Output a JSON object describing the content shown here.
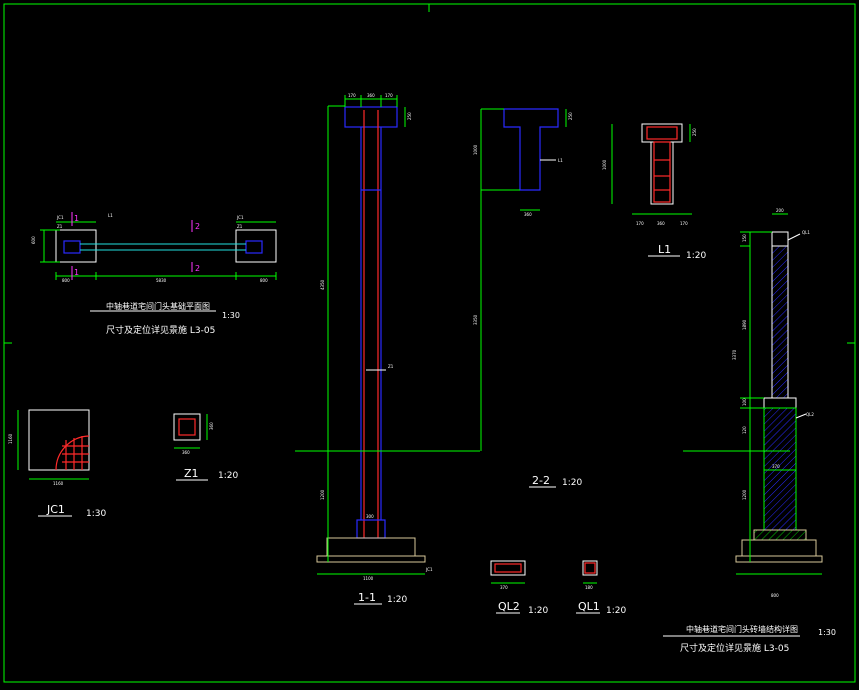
{
  "labels": {
    "plan_title": "中轴巷道宅间门头基础平面图",
    "plan_scale": "1:30",
    "plan_note": "尺寸及定位详见景施 L3-05",
    "section_1_1": "1-1",
    "section_1_1_scale": "1:20",
    "section_2_2": "2-2",
    "section_2_2_scale": "1:20",
    "l1": "L1",
    "l1_scale": "1:20",
    "jc1": "JC1",
    "jc1_scale": "1:30",
    "z1": "Z1",
    "z1_scale": "1:20",
    "ql2": "QL2",
    "ql2_scale": "1:20",
    "ql1": "QL1",
    "ql1_scale": "1:20",
    "elev_title": "中轴巷道宅间门头砖墙结构详图",
    "elev_scale": "1:30",
    "elev_note": "尺寸及定位详见景施 L3-05",
    "sec_mark_1": "1",
    "sec_mark_2": "2"
  },
  "dims": {
    "d170": "170",
    "d360": "360",
    "d300": "300",
    "d200": "200",
    "d250": "250",
    "d1100": "1100",
    "d100": "100",
    "d120": "120",
    "d150": "150",
    "d800": "800",
    "d1000": "1000",
    "d600": "600",
    "d4350": "4350",
    "d3350": "3350",
    "d1890": "1890",
    "d3370": "3370",
    "d370": "370",
    "d180": "180",
    "d5830": "5830",
    "d1200": "1200",
    "d1160": "1160",
    "d50": "50"
  },
  "tags": {
    "z1": "Z1",
    "l1": "L1",
    "jc1": "JC1",
    "ql1": "QL1",
    "ql2": "QL2"
  },
  "colors": {
    "background": "#000000",
    "dimension": "#00ff00",
    "outline": "#ffffff",
    "concrete": "#2a2aff",
    "rebar": "#ff2a2a",
    "section_mark": "#ff33ff"
  }
}
